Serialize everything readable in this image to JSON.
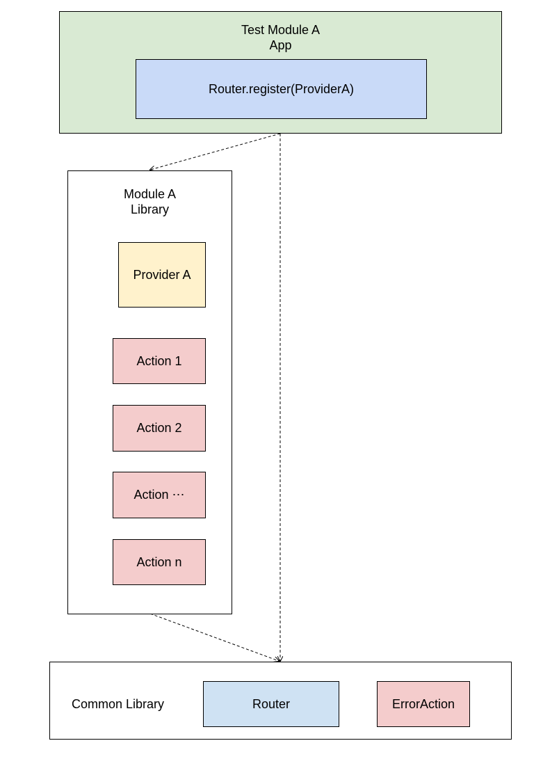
{
  "colors": {
    "app_container": "#d9ead3",
    "router_call": "#c9daf8",
    "provider": "#fff2cc",
    "action": "#f4cccc",
    "router": "#cfe2f3",
    "error_action": "#f4cccc",
    "border": "#000000"
  },
  "app": {
    "title_line1": "Test Module A",
    "title_line2": "App",
    "register_call": "Router.register(ProviderA)"
  },
  "module_library": {
    "title_line1": "Module A",
    "title_line2": "Library",
    "provider": "Provider A",
    "actions": [
      "Action 1",
      "Action 2",
      "Action ⋯",
      "Action n"
    ]
  },
  "common_library": {
    "title": "Common Library",
    "router": "Router",
    "error_action": "ErrorAction"
  }
}
